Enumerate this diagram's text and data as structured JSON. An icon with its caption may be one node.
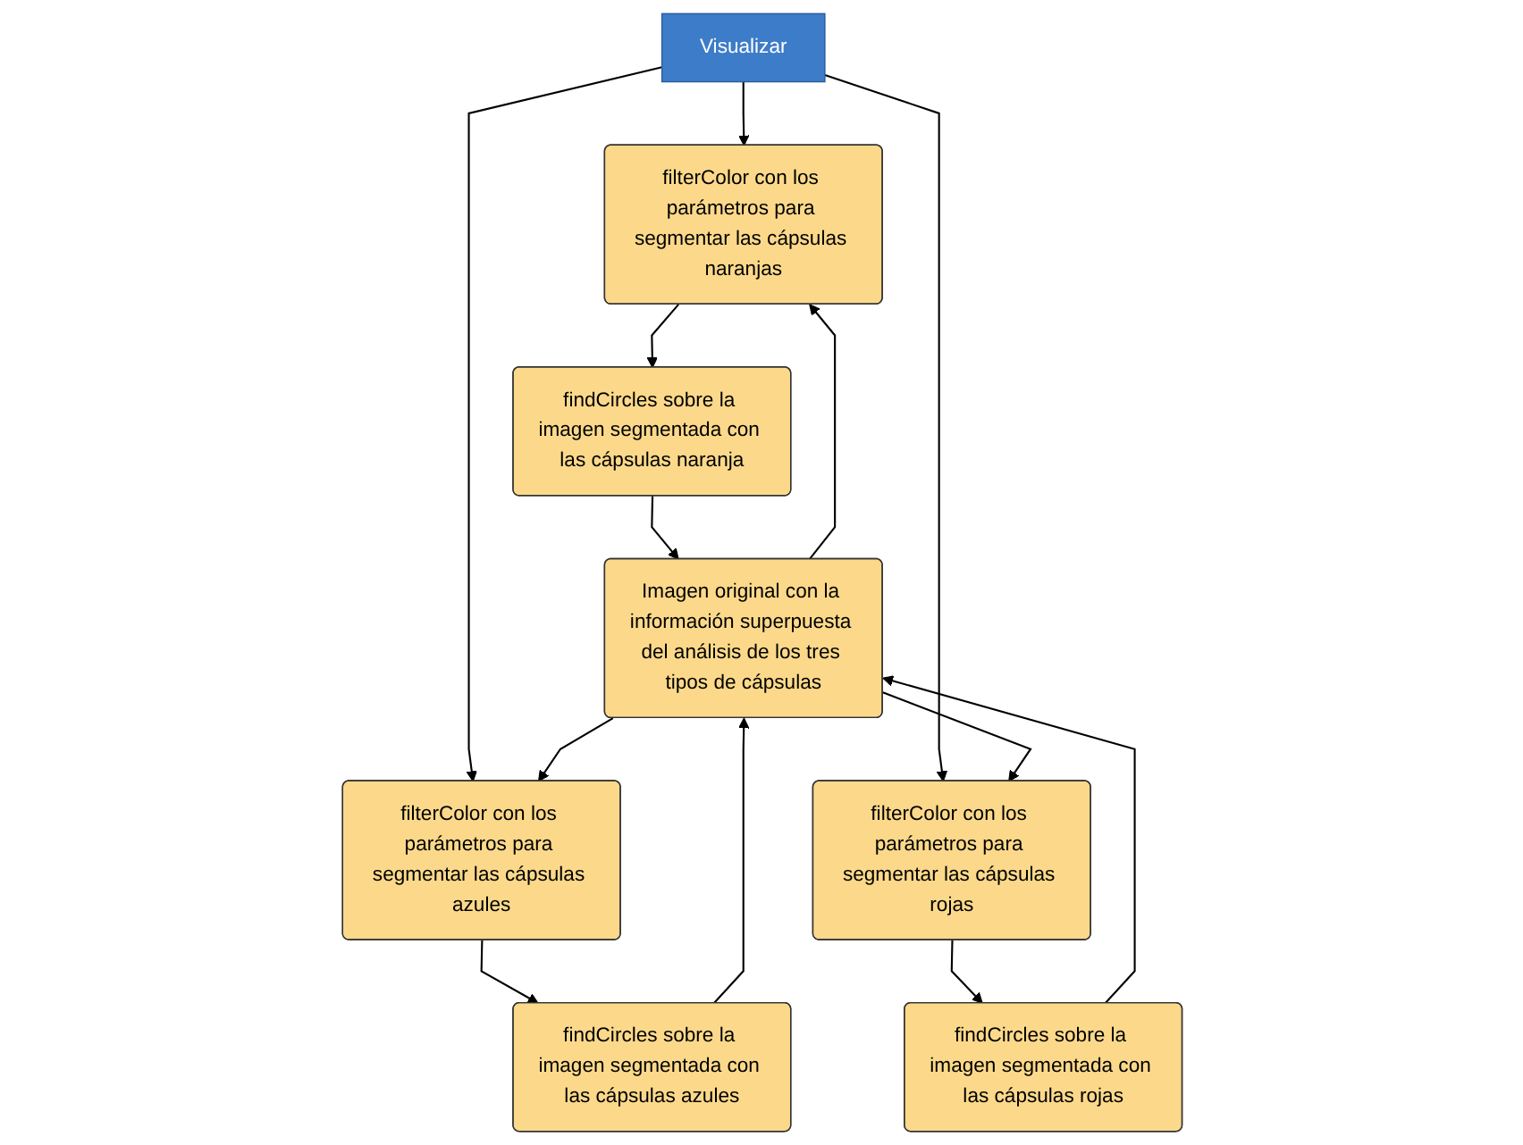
{
  "diagram": {
    "nodes": [
      {
        "text": [
          "Visualizar"
        ]
      },
      {
        "text": [
          "filterColor con los parámetros para segmentar las cápsulas naranjas"
        ]
      },
      {
        "text": [
          "filterColor con los parámetros para segmentar las cápsulas azules"
        ]
      },
      {
        "text": [
          "filterColor con los parámetros para segmentar las cápsulas rojas"
        ]
      },
      {
        "text": [
          "findCircles sobre la imagen segmentada con las cápsulas naranja"
        ]
      },
      {
        "text": [
          "findCircles sobre la imagen segmentada con las cápsulas azules"
        ]
      },
      {
        "text": [
          "findCircles sobre la imagen segmentada con las cápsulas rojas"
        ]
      },
      {
        "text": [
          "Imagen original con la información superpuesta del análisis de los tres tipos de cápsulas"
        ]
      }
    ],
    "edges": [
      {
        "from": 0,
        "to": 1,
        "arrow": "to"
      },
      {
        "from": 0,
        "to": 2,
        "arrow": "to"
      },
      {
        "from": 0,
        "to": 3,
        "arrow": "to"
      },
      {
        "from": 1,
        "to": 4,
        "arrow": "to"
      },
      {
        "from": 2,
        "to": 5,
        "arrow": "to"
      },
      {
        "from": 3,
        "to": 6,
        "arrow": "to"
      },
      {
        "from": 4,
        "to": 7,
        "arrow": "to"
      },
      {
        "from": 5,
        "to": 7,
        "arrow": "to"
      },
      {
        "from": 6,
        "to": 7,
        "arrow": "to"
      },
      {
        "from": 7,
        "to": 1,
        "arrow": "to"
      },
      {
        "from": 7,
        "to": 2,
        "arrow": "to"
      },
      {
        "from": 7,
        "to": 3,
        "arrow": "to"
      }
    ]
  }
}
